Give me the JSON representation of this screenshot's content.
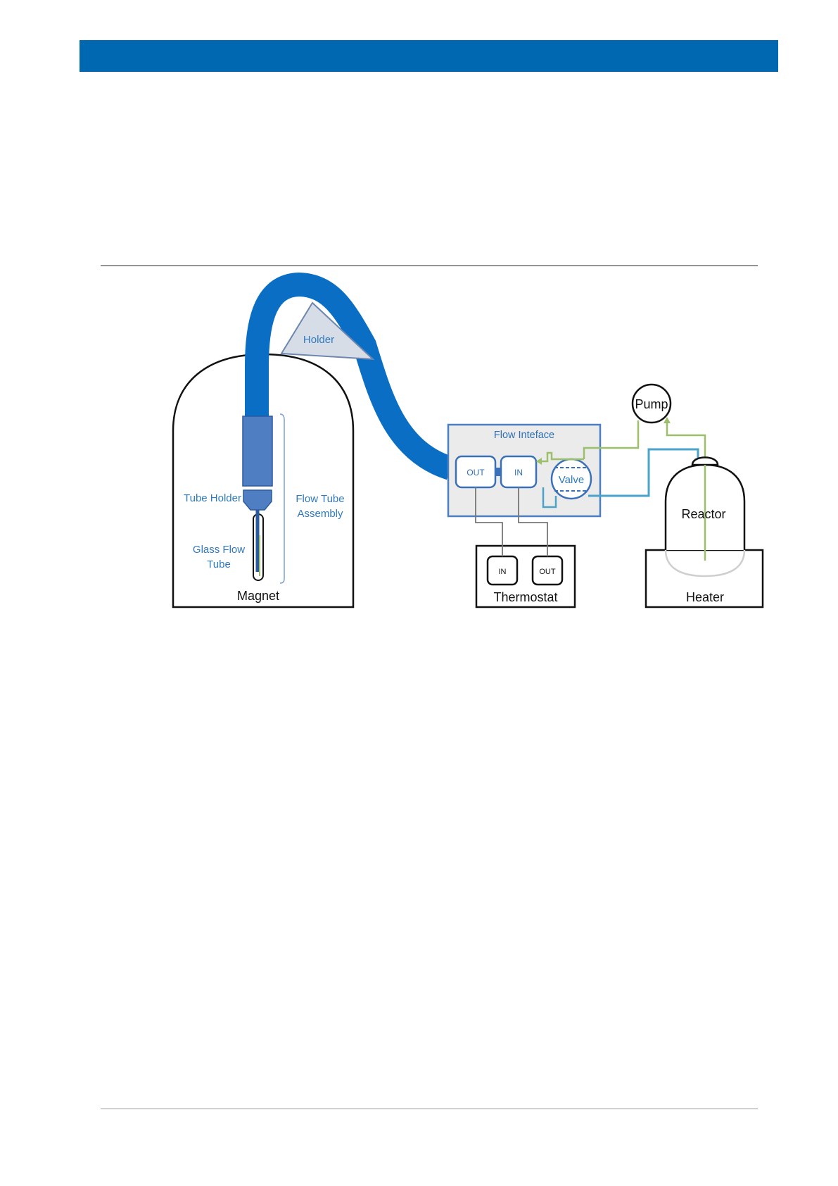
{
  "page": {
    "header_color": "#0068b1"
  },
  "diagram": {
    "holder": "Holder",
    "magnet": "Magnet",
    "tube_holder": "Tube Holder",
    "glass_flow_tube_line1": "Glass Flow",
    "glass_flow_tube_line2": "Tube",
    "flow_tube_assembly_line1": "Flow Tube",
    "flow_tube_assembly_line2": "Assembly",
    "flow_interface": "Flow Inteface",
    "port_out": "OUT",
    "port_in": "IN",
    "valve": "Valve",
    "pump": "Pump",
    "reactor": "Reactor",
    "heater": "Heater",
    "thermostat": "Thermostat",
    "thermostat_in": "IN",
    "thermostat_out": "OUT",
    "colors": {
      "tube_blue": "#0a6fc4",
      "tube_holder_blue": "#4f7fc2",
      "label_blue": "#2f7ac0",
      "line_green": "#9cc06a",
      "line_teal": "#4aa3c8",
      "interface_fill": "#ebebeb"
    }
  }
}
